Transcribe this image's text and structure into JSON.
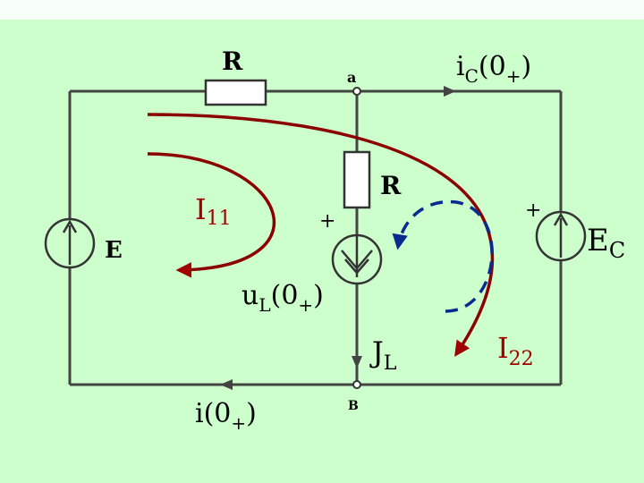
{
  "labels": {
    "r_top": "R",
    "node_a": "a",
    "ic_main": "i",
    "ic_sub": "C",
    "ic_arg": "(0",
    "ic_plus": "+",
    "ic_close": ")",
    "r_mid": "R",
    "i11_main": "I",
    "i11_sub": "11",
    "plus_left": "+",
    "plus_right": "+",
    "e_source": "E",
    "ec_main": "E",
    "ec_sub": "C",
    "ul_main": "u",
    "ul_sub": "L",
    "ul_arg": "(0",
    "ul_plus": "+",
    "ul_close": ")",
    "jl_main": "J",
    "jl_sub": "L",
    "i22_main": "I",
    "i22_sub": "22",
    "i0_main": "i(0",
    "i0_plus": "+",
    "i0_close": ")",
    "node_b": "B"
  },
  "colors": {
    "panel": "#ccffcc",
    "wire": "#444444",
    "loop_current": "#8b0000",
    "dashed_loop": "#0a2a90"
  }
}
